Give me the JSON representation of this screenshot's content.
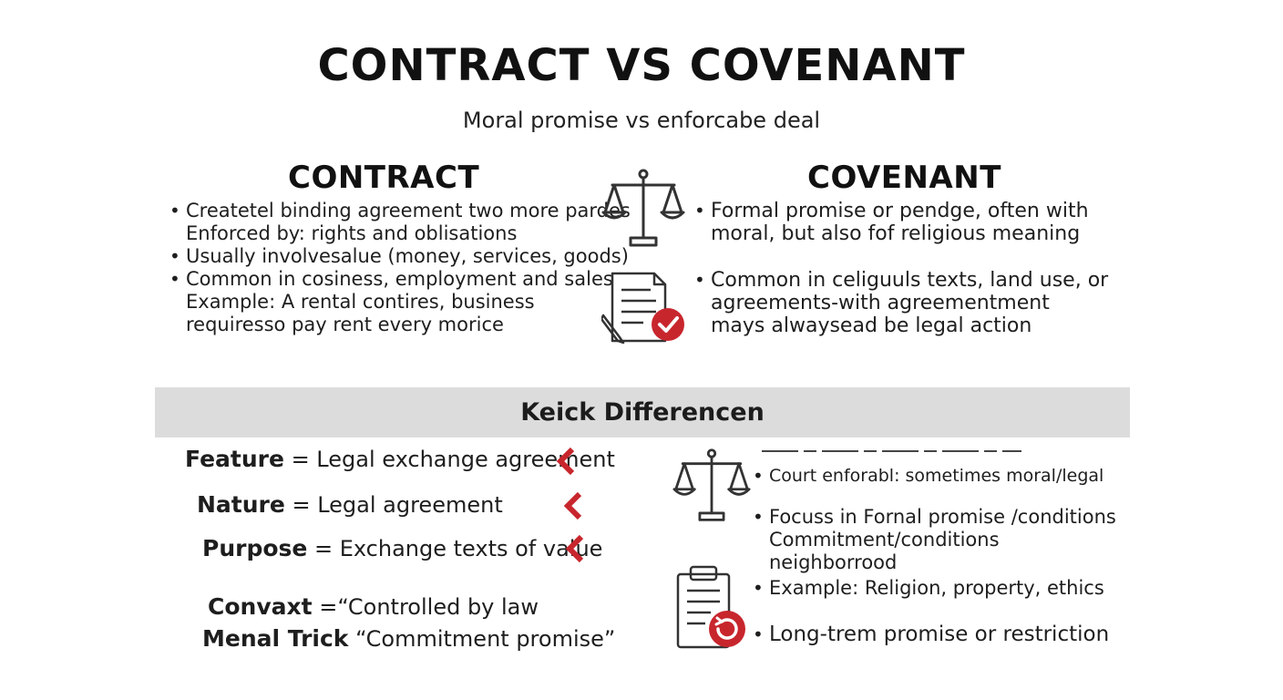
{
  "header": {
    "title": "CONTRACT VS COVENANT",
    "subtitle": "Moral promise vs enforcabe deal"
  },
  "contract": {
    "heading": "CONTRACT",
    "items": [
      {
        "text": "Createtel binding agreement two more pardes",
        "bullet": true
      },
      {
        "text": "Enforced by: rights and oblisations",
        "bullet": false
      },
      {
        "text": "Usually involvesalue (money, services, goods)",
        "bullet": true
      },
      {
        "text": "Common in cosiness, employment and sales",
        "bullet": true
      },
      {
        "text": "Example: A rental contires, business",
        "bullet": false
      },
      {
        "text": "requiresso pay rent every morice",
        "bullet": false
      }
    ]
  },
  "covenant": {
    "heading": "COVENANT",
    "items": [
      {
        "text": "Formal promise or pendge, often with",
        "bullet": true
      },
      {
        "text": "moral, but also fof religious meaning",
        "bullet": false
      },
      {
        "text": "Common in celiguuls texts, land use, or",
        "bullet": true
      },
      {
        "text": "agreements-with agreementment",
        "bullet": false
      },
      {
        "text": "mays alwaysead be legal action",
        "bullet": false
      }
    ]
  },
  "differences": {
    "band_label": "Keick Differencen",
    "features": [
      {
        "key": "Feature",
        "value": " = Legal exchange agreement"
      },
      {
        "key": "Nature",
        "value": " = Legal agreement"
      },
      {
        "key": "Purpose",
        "value": " = Exchange texts of value"
      },
      {
        "key": "Convaxt",
        "value": " =“Controlled by law"
      },
      {
        "key": "Menal Trick",
        "value": "  “Commitment promise”"
      }
    ],
    "covenant_points": [
      {
        "text": "Court enforabl: sometimes moral/legal",
        "bullet": true
      },
      {
        "text": "Focuss in Fornal promise /conditions",
        "bullet": true
      },
      {
        "text": "Commitment/conditions",
        "bullet": false
      },
      {
        "text": "neighborrood",
        "bullet": false
      },
      {
        "text": "Example: Religion, property, ethics",
        "bullet": true
      },
      {
        "text": "Long-trem promise or restriction",
        "bullet": true
      }
    ]
  },
  "icons": {
    "scales_top": "scales-of-justice-icon",
    "document_check": "document-checkmark-icon",
    "scales_bottom": "scales-of-justice-icon",
    "clipboard_refresh": "clipboard-refresh-icon",
    "chevron": "chevron-left-icon"
  },
  "colors": {
    "accent_red": "#c8262d",
    "band_gray": "#dcdcdc",
    "text": "#1a1a1a"
  }
}
